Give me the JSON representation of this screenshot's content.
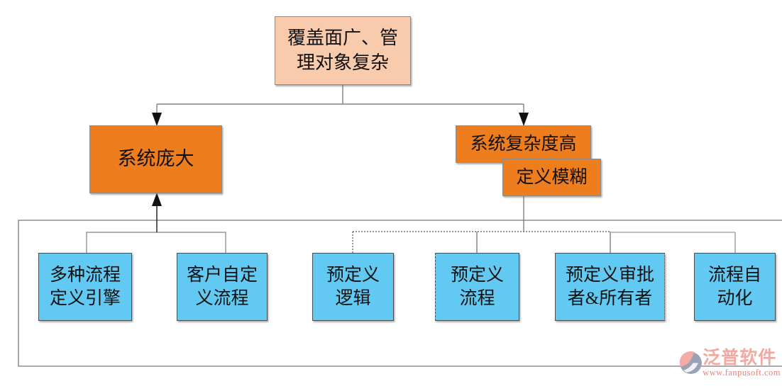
{
  "diagram": {
    "root": {
      "lines": [
        "覆盖面广、管",
        "理对象复杂"
      ]
    },
    "causes": {
      "system_large": {
        "label": "系统庞大"
      },
      "system_complex": {
        "label": "系统复杂度高"
      },
      "definition_vague": {
        "label": "定义模糊"
      }
    },
    "leaves": [
      {
        "lines": [
          "多种流程",
          "定义引擎"
        ]
      },
      {
        "lines": [
          "客户自定",
          "义流程"
        ]
      },
      {
        "lines": [
          "预定义",
          "逻辑"
        ]
      },
      {
        "lines": [
          "预定义",
          "流程"
        ]
      },
      {
        "lines": [
          "预定义审批",
          "者&所有者"
        ]
      },
      {
        "lines": [
          "流程自",
          "动化"
        ]
      }
    ]
  },
  "watermark": {
    "brand": "泛普软件",
    "url": "www.fanpusoft.com"
  },
  "colors": {
    "peach": "#f8cbad",
    "orange": "#ee7d1e",
    "blue": "#62c9f2",
    "line_gray": "#7d7d7d",
    "arrow_black": "#111111",
    "logo_pink": "#f0aaa2",
    "logo_coral": "#e2847c"
  }
}
